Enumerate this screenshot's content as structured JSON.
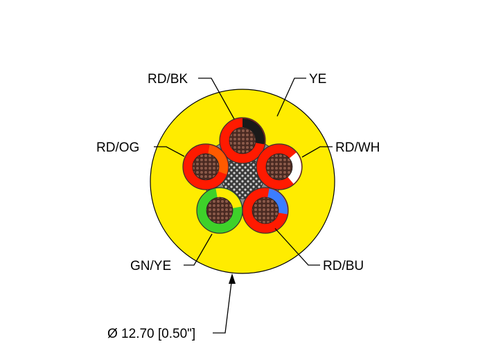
{
  "jacket": {
    "label": "YE",
    "color": "#ffec00"
  },
  "conductors": [
    {
      "id": "rd-bk",
      "label": "RD/BK",
      "base_color": "#ff1a00",
      "stripe_color": "#1a1a1a"
    },
    {
      "id": "rd-wh",
      "label": "RD/WH",
      "base_color": "#ff1a00",
      "stripe_color": "#ffffff"
    },
    {
      "id": "rd-bu",
      "label": "RD/BU",
      "base_color": "#ff1a00",
      "stripe_color": "#3b7dff"
    },
    {
      "id": "gn-ye",
      "label": "GN/YE",
      "base_color": "#3ed12a",
      "stripe_color": "#ffec00"
    },
    {
      "id": "rd-og",
      "label": "RD/OG",
      "base_color": "#ff1a00",
      "stripe_color": "#ff5a00"
    }
  ],
  "dimension": {
    "text": "Ø 12.70 [0.50\"]"
  },
  "colors": {
    "filler": "#8a8a8a",
    "shield": "#5c5c5c",
    "strands": "#5a3a2a",
    "strand_highlight": "#c8a8a0"
  }
}
